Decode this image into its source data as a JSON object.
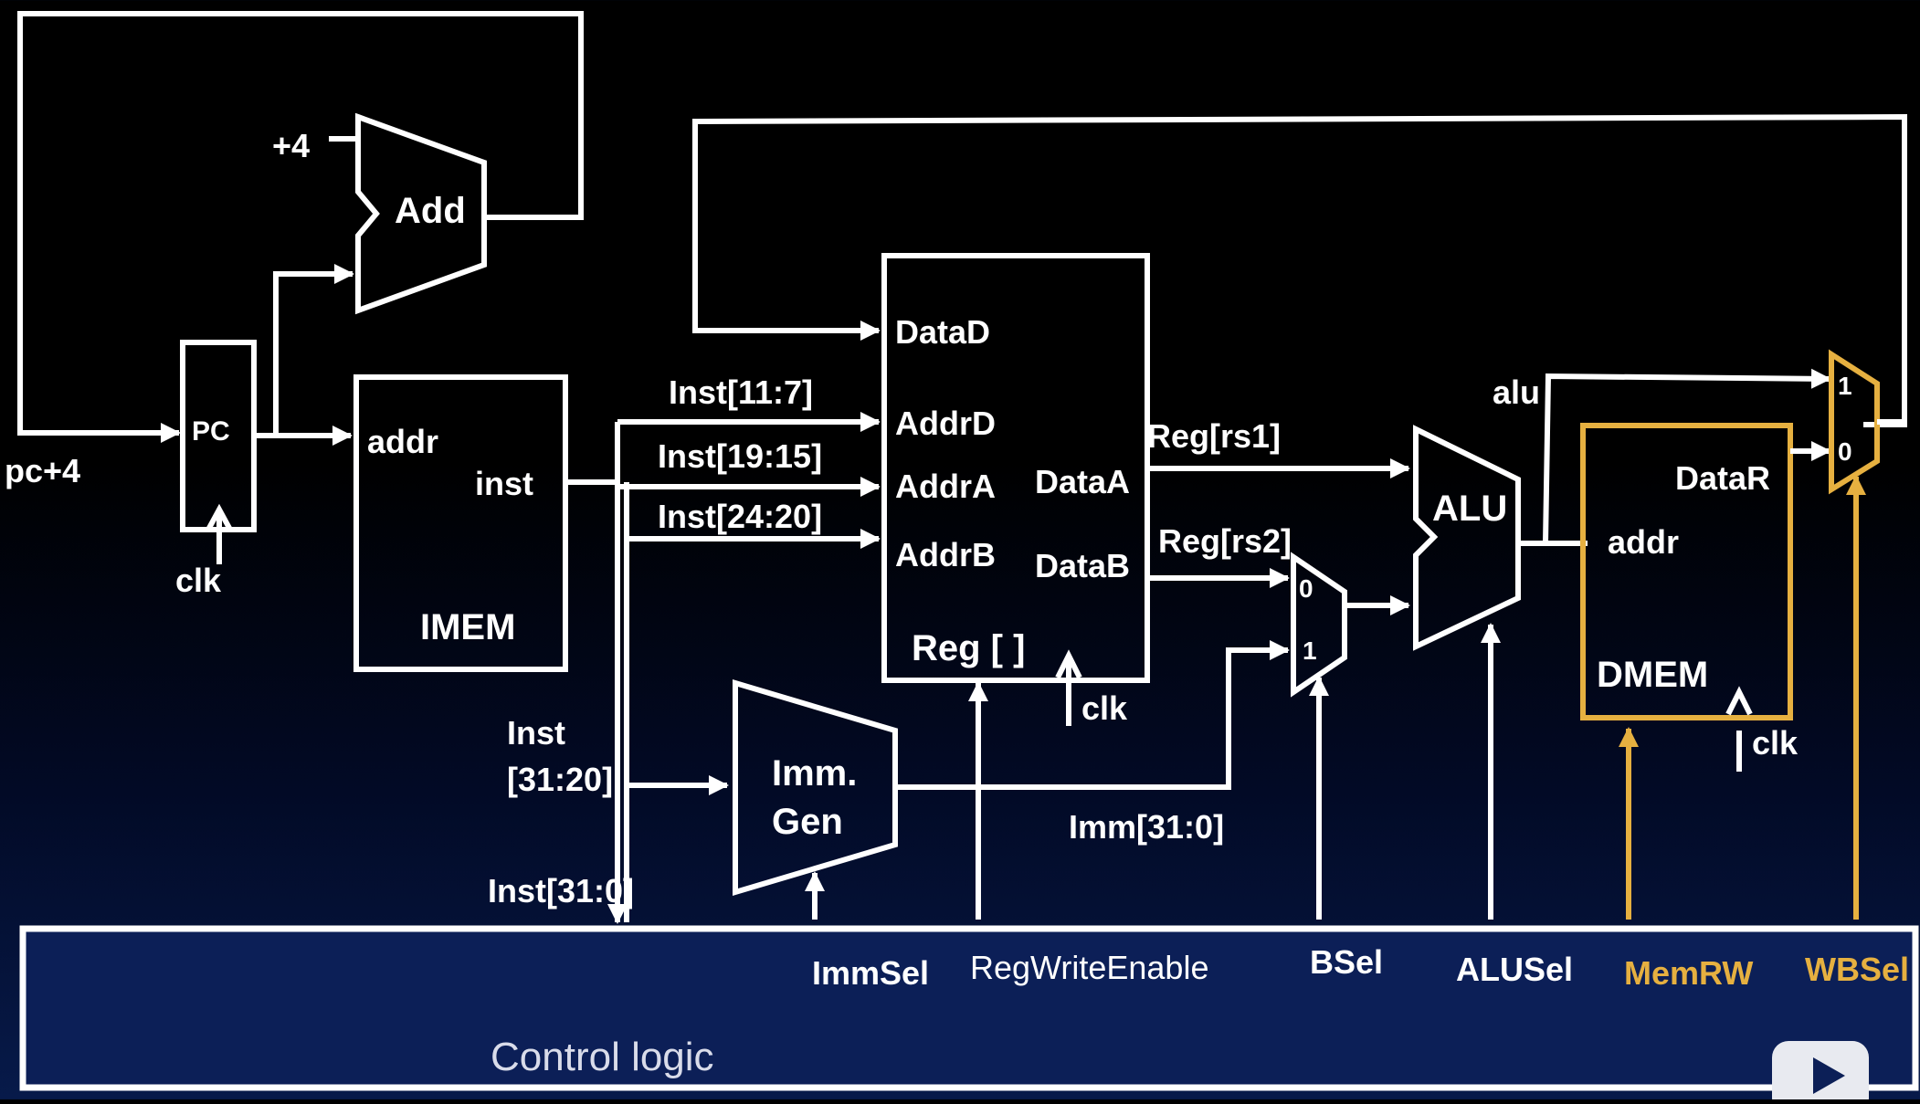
{
  "labels": {
    "pc_plus4": "pc+4",
    "plus4": "+4",
    "add": "Add",
    "pc": "PC",
    "clk": "clk",
    "addr": "addr",
    "inst": "inst",
    "imem": "IMEM",
    "inst_11_7": "Inst[11:7]",
    "inst_19_15": "Inst[19:15]",
    "inst_24_20": "Inst[24:20]",
    "dataD": "DataD",
    "addrD": "AddrD",
    "addrA": "AddrA",
    "addrB": "AddrB",
    "dataA": "DataA",
    "dataB": "DataB",
    "reg": "Reg [ ]",
    "reg_rs1": "Reg[rs1]",
    "reg_rs2": "Reg[rs2]",
    "inst_31_20_a": "Inst",
    "inst_31_20_b": "[31:20]",
    "imm_gen_a": "Imm.",
    "imm_gen_b": "Gen",
    "imm_31_0": "Imm[31:0]",
    "inst_31_0": "Inst[31:0]",
    "mux_0": "0",
    "mux_1": "1",
    "alu": "ALU",
    "alu_out": "alu",
    "dataR": "DataR",
    "dmem": "DMEM",
    "immsel": "ImmSel",
    "regwriteenable": "RegWriteEnable",
    "bsel": "BSel",
    "alusel": "ALUSel",
    "memrw": "MemRW",
    "wbsel": "WBSel",
    "control_logic": "Control logic"
  },
  "colors": {
    "wire": "#ffffff",
    "highlight": "#e6b040",
    "control_box": "#0c1f57",
    "background": "#000000"
  }
}
